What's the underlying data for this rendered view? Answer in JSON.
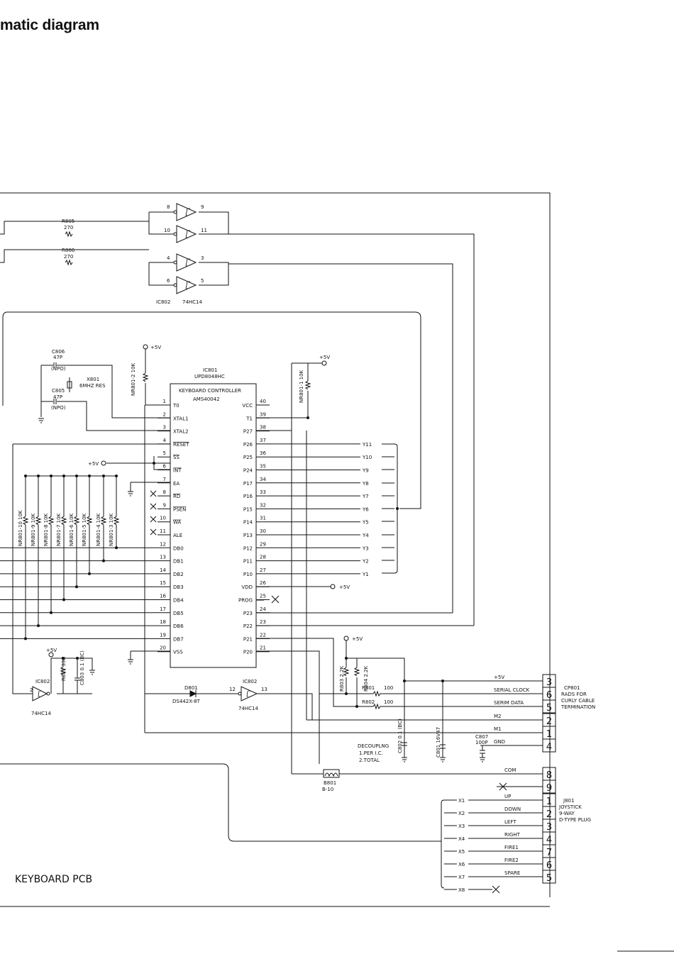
{
  "title": "matic diagram",
  "pcb_label": "KEYBOARD PCB",
  "ic_buffer": {
    "ref": "IC802",
    "part": "74HC14"
  },
  "r805": {
    "ref": "R805",
    "value": "270"
  },
  "r806": {
    "ref": "R806",
    "value": "270"
  },
  "c806": {
    "ref": "C806",
    "value": "47P",
    "type": "(NPO)"
  },
  "c805": {
    "ref": "C805",
    "value": "47P",
    "type": "(NPO)"
  },
  "x801": {
    "ref": "X801",
    "value": "6MHZ RES"
  },
  "nr801_2": "NR801-2  10K",
  "nr801_1": "NR801-1  10K",
  "ic801": {
    "ref": "IC801",
    "part": "UPD8048HC",
    "name": "KEYBOARD CONTROLLER",
    "code": "AMS40042"
  },
  "pins_left": [
    {
      "num": "1",
      "name": "T0"
    },
    {
      "num": "2",
      "name": "XTAL1"
    },
    {
      "num": "3",
      "name": "XTAL2"
    },
    {
      "num": "4",
      "name": "RESET"
    },
    {
      "num": "5",
      "name": "SS"
    },
    {
      "num": "6",
      "name": "INT"
    },
    {
      "num": "7",
      "name": "EA"
    },
    {
      "num": "8",
      "name": "RD"
    },
    {
      "num": "9",
      "name": "PSEN"
    },
    {
      "num": "10",
      "name": "WA"
    },
    {
      "num": "11",
      "name": "ALE"
    },
    {
      "num": "12",
      "name": "DB0"
    },
    {
      "num": "13",
      "name": "DB1"
    },
    {
      "num": "14",
      "name": "DB2"
    },
    {
      "num": "15",
      "name": "DB3"
    },
    {
      "num": "16",
      "name": "DB4"
    },
    {
      "num": "17",
      "name": "DB5"
    },
    {
      "num": "18",
      "name": "DB6"
    },
    {
      "num": "19",
      "name": "DB7"
    },
    {
      "num": "20",
      "name": "VSS"
    }
  ],
  "pins_right": [
    {
      "num": "40",
      "name": "VCC"
    },
    {
      "num": "39",
      "name": "T1"
    },
    {
      "num": "38",
      "name": "P27"
    },
    {
      "num": "37",
      "name": "P26"
    },
    {
      "num": "36",
      "name": "P25"
    },
    {
      "num": "35",
      "name": "P24"
    },
    {
      "num": "34",
      "name": "P17"
    },
    {
      "num": "33",
      "name": "P16"
    },
    {
      "num": "32",
      "name": "P15"
    },
    {
      "num": "31",
      "name": "P14"
    },
    {
      "num": "30",
      "name": "P13"
    },
    {
      "num": "29",
      "name": "P12"
    },
    {
      "num": "28",
      "name": "P11"
    },
    {
      "num": "27",
      "name": "P10"
    },
    {
      "num": "26",
      "name": "VDD"
    },
    {
      "num": "25",
      "name": "PROG"
    },
    {
      "num": "24",
      "name": "P23"
    },
    {
      "num": "23",
      "name": "P22"
    },
    {
      "num": "22",
      "name": "P21"
    },
    {
      "num": "21",
      "name": "P20"
    }
  ],
  "y_nets": [
    "Y11",
    "Y10",
    "Y9",
    "Y8",
    "Y7",
    "Y6",
    "Y5",
    "Y4",
    "Y3",
    "Y2",
    "Y1"
  ],
  "pullups": [
    "NR801-10 10K",
    "NR801-9 10K",
    "NR801-8 10K",
    "NR801-7 10K",
    "NR801-6 10K",
    "NR801-5 10K",
    "NR801-4 10K",
    "NR801-3 10K"
  ],
  "vcc": "+5V",
  "r807": "R807 33K",
  "c803": "C803 0.1 (BC)",
  "d801": {
    "ref": "D801",
    "part": "DS442X-8T"
  },
  "r803": "R803 2.2K",
  "r804": "R804 2.2K",
  "r801": {
    "ref": "R801",
    "value": "100"
  },
  "r802": {
    "ref": "R802",
    "value": "100"
  },
  "c802": "C802 0.1 (BC)",
  "c801": "C801 16V47",
  "c807": {
    "ref": "C807",
    "value": "100P"
  },
  "decoupling": [
    "DECOUPLNG",
    "1.PER I.C.",
    "2.TOTAL"
  ],
  "b801": {
    "ref": "B801",
    "value": "B-10"
  },
  "cp801_signals": [
    "+5V",
    "SERIAL CLOCK",
    "SERIM DATA",
    "M2",
    "M1",
    "GND"
  ],
  "cp801_pins": [
    "3",
    "6",
    "5",
    "2",
    "1",
    "4"
  ],
  "cp801_desc": [
    "CP801",
    "RADS FOR",
    "CURLY CABLE",
    "TERMINATION"
  ],
  "j801_signals": [
    "COM",
    "",
    "UP",
    "DOWN",
    "LEFT",
    "RIGHT",
    "FIRE1",
    "FIRE2",
    "SPARE"
  ],
  "j801_pins": [
    "8",
    "9",
    "1",
    "2",
    "3",
    "4",
    "7",
    "6",
    "5"
  ],
  "j801_desc": [
    "J801",
    "JOYSTICK",
    "9-WAY",
    "D-TYPE PLUG"
  ],
  "x_nets": [
    "X1",
    "X2",
    "X3",
    "X4",
    "X5",
    "X6",
    "X7",
    "X8"
  ]
}
